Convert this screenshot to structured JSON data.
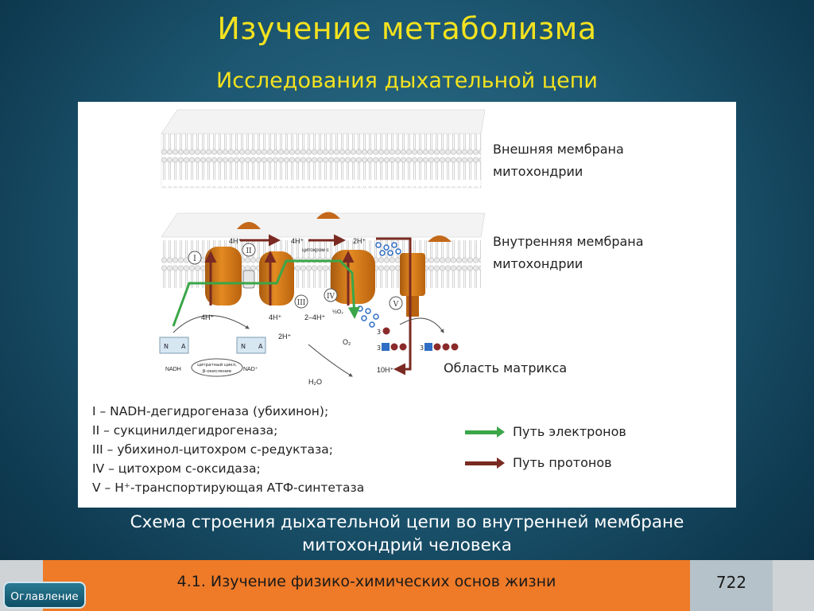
{
  "header": {
    "title": "Изучение метаболизма",
    "subtitle": "Исследования дыхательной цепи"
  },
  "diagram": {
    "outer_membrane_label": [
      "Внешняя мембрана",
      "митохондрии"
    ],
    "inner_membrane_label": [
      "Внутренняя мембрана",
      "митохондрии"
    ],
    "matrix_label": "Область матрикса",
    "complex_numerals": [
      "I",
      "II",
      "III",
      "IV",
      "V"
    ],
    "small_labels": {
      "h1": "4H⁺",
      "h2": "4H⁺",
      "h3": "2H⁺",
      "h_in1": "4H⁺",
      "h_in2": "4H⁺",
      "h_in3": "2–4H⁺",
      "h_in4": "2H⁺",
      "h_in5": "10H⁺",
      "o2": "O₂",
      "o2_half": "½O₂",
      "h2o": "H₂O",
      "cyt_c": "цитохром с",
      "nadh": "NADH",
      "nad": "NAD⁺",
      "cycle1": "цитратный цикл,",
      "cycle2": "β-окисление",
      "n": "N",
      "a": "A",
      "three": "3"
    },
    "colors": {
      "protein": "#d97a17",
      "protein_dark": "#9c4f0c",
      "electron_path": "#3aa648",
      "proton_path": "#7a2a22",
      "ion": "#2f6ec4"
    }
  },
  "legend": {
    "complexes": [
      "I – NADH-дегидрогеназа  (убихинон);",
      "II – сукцинилдегидрогеназа;",
      "III – убихинол-цитохром  с-редуктаза;",
      "IV – цитохром  с-оксидаза;",
      "V – H⁺-транспортирующая  АТФ-синтетаза"
    ],
    "electron_path": "Путь электронов",
    "proton_path": "Путь протонов"
  },
  "caption": [
    "Схема строения дыхательной цепи во внутренней мембране",
    "митохондрий человека"
  ],
  "footer": {
    "section": "4.1. Изучение физико-химических основ жизни",
    "page_number": "722",
    "toc_button": "Оглавление"
  }
}
